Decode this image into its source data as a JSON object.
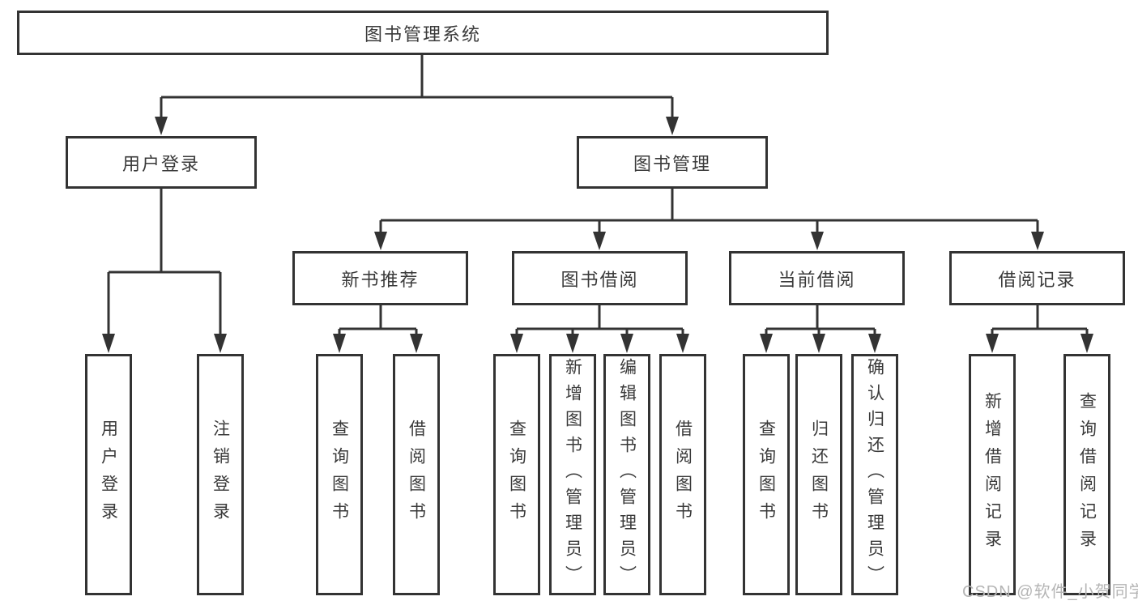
{
  "tree": {
    "label": "图书管理系统",
    "children": [
      {
        "label": "用户登录",
        "children": [
          {
            "label": "用户登录"
          },
          {
            "label": "注销登录"
          }
        ]
      },
      {
        "label": "图书管理",
        "children": [
          {
            "label": "新书推荐",
            "children": [
              {
                "label": "查询图书"
              },
              {
                "label": "借阅图书"
              }
            ]
          },
          {
            "label": "图书借阅",
            "children": [
              {
                "label": "查询图书"
              },
              {
                "label": "新增图书（管理员）"
              },
              {
                "label": "编辑图书（管理员）"
              },
              {
                "label": "借阅图书"
              }
            ]
          },
          {
            "label": "当前借阅",
            "children": [
              {
                "label": "查询图书"
              },
              {
                "label": "归还图书"
              },
              {
                "label": "确认归还（管理员）"
              }
            ]
          },
          {
            "label": "借阅记录",
            "children": [
              {
                "label": "新增借阅记录"
              },
              {
                "label": "查询借阅记录"
              }
            ]
          }
        ]
      }
    ]
  },
  "watermark": {
    "text": "CSDN @软件_小贺同学",
    "color": "#b5b5b5"
  },
  "colors": {
    "line": "#333333",
    "box_border": "#333333",
    "box_background": "#ffffff",
    "text": "#3a3a3a",
    "page_background": "#ffffff"
  }
}
